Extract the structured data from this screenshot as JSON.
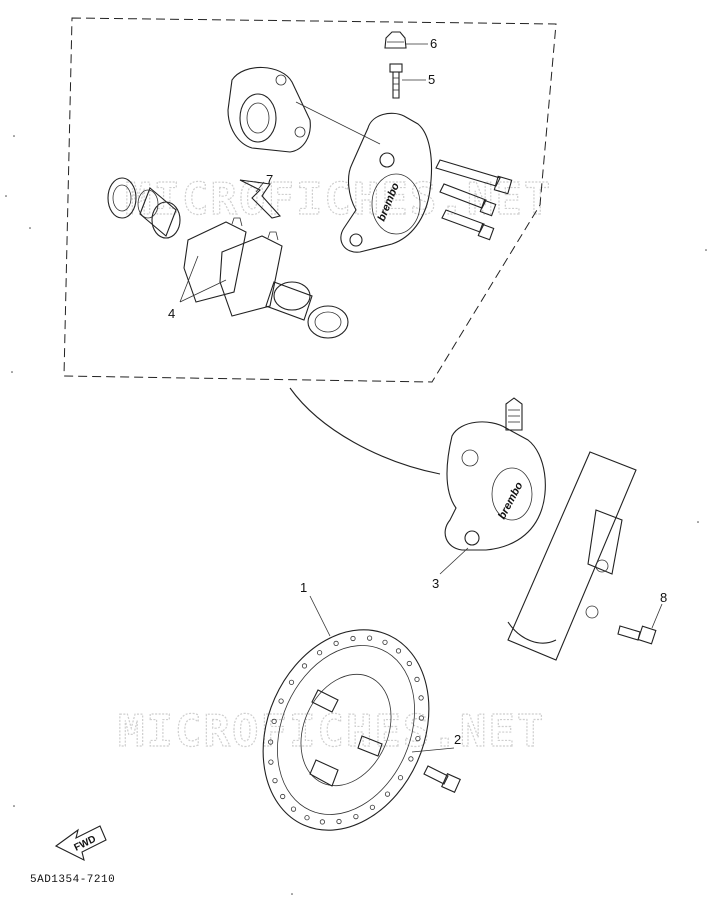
{
  "watermark": "MICROFICHES.NET",
  "brand_label": "brembo",
  "diagram_code": "5AD1354-7210",
  "fwd_label": "FWD",
  "callouts": [
    "1",
    "2",
    "3",
    "4",
    "5",
    "6",
    "7",
    "8"
  ]
}
